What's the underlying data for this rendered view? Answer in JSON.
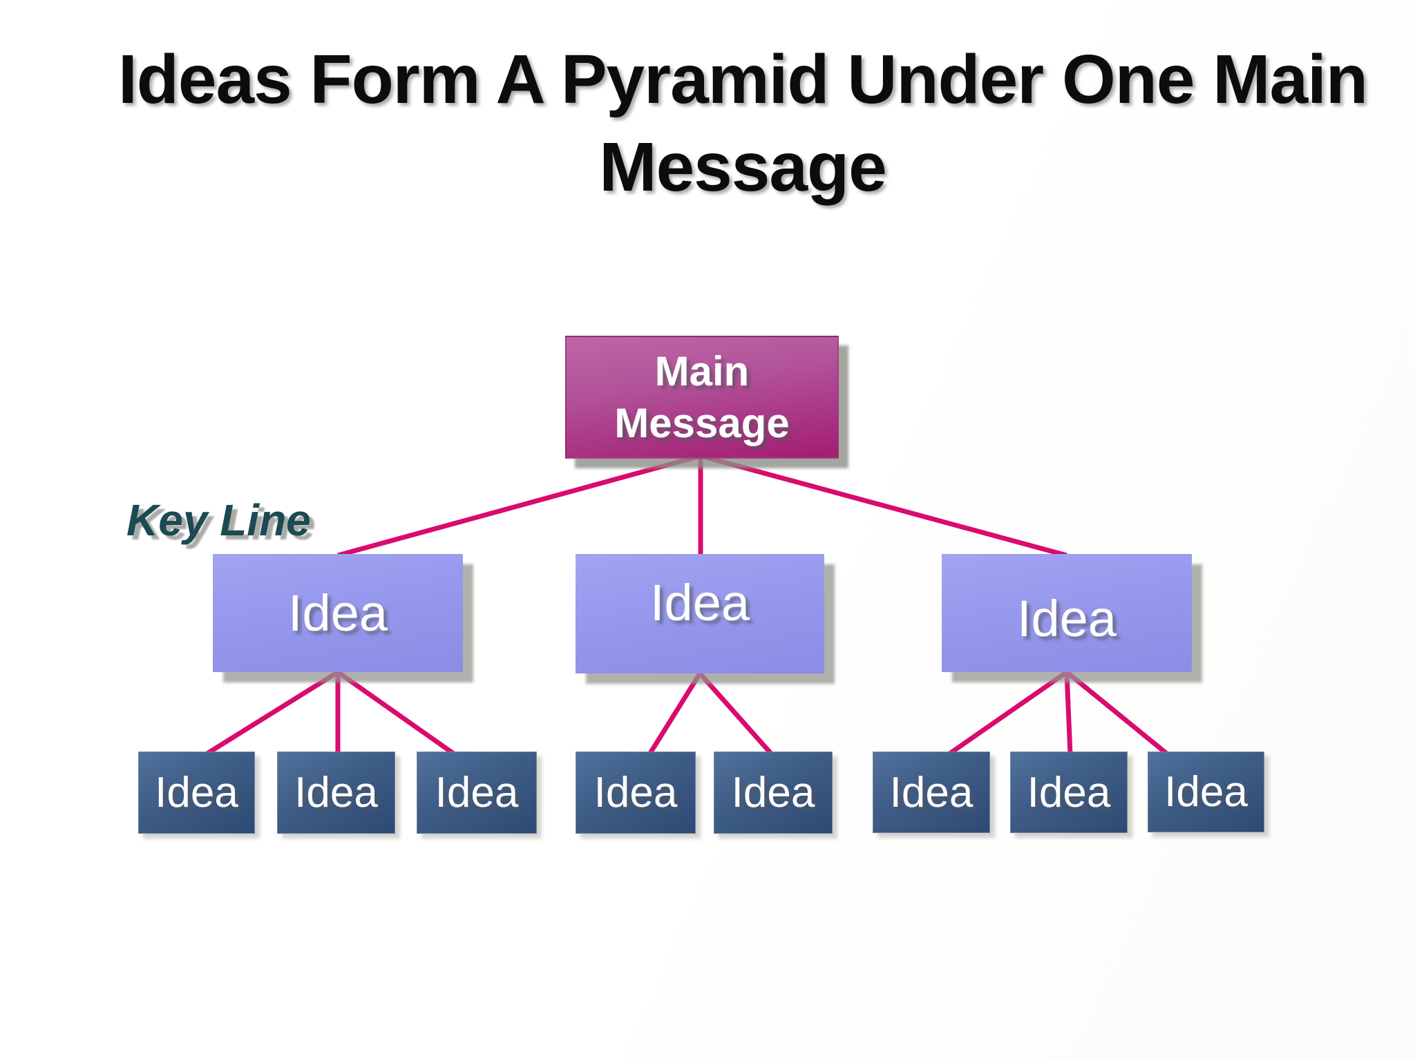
{
  "slide": {
    "title": "Ideas Form A Pyramid Under One Main Message",
    "key_line_label": "Key Line"
  },
  "diagram": {
    "type": "pyramid-hierarchy",
    "main": {
      "label": "Main Message"
    },
    "level2": [
      {
        "label": "Idea",
        "children_count": 3
      },
      {
        "label": "Idea",
        "children_count": 2
      },
      {
        "label": "Idea",
        "children_count": 3
      }
    ],
    "level3": [
      {
        "label": "Idea",
        "parent": 0
      },
      {
        "label": "Idea",
        "parent": 0
      },
      {
        "label": "Idea",
        "parent": 0
      },
      {
        "label": "Idea",
        "parent": 1
      },
      {
        "label": "Idea",
        "parent": 1
      },
      {
        "label": "Idea",
        "parent": 2
      },
      {
        "label": "Idea",
        "parent": 2
      },
      {
        "label": "Idea",
        "parent": 2
      }
    ]
  },
  "colors": {
    "connector": "#d90b6e",
    "main_box_top": "#bc67a5",
    "main_box_bottom": "#a31c72",
    "level2_box_top": "#a2a3f1",
    "level2_box_bottom": "#8b8de5",
    "level3_box_top": "#51729d",
    "level3_box_bottom": "#2d4a74",
    "key_line_text": "#1b4a53",
    "title_text": "#0c0c0c",
    "box_text": "#ffffff",
    "shadow": "#9a9a94"
  }
}
